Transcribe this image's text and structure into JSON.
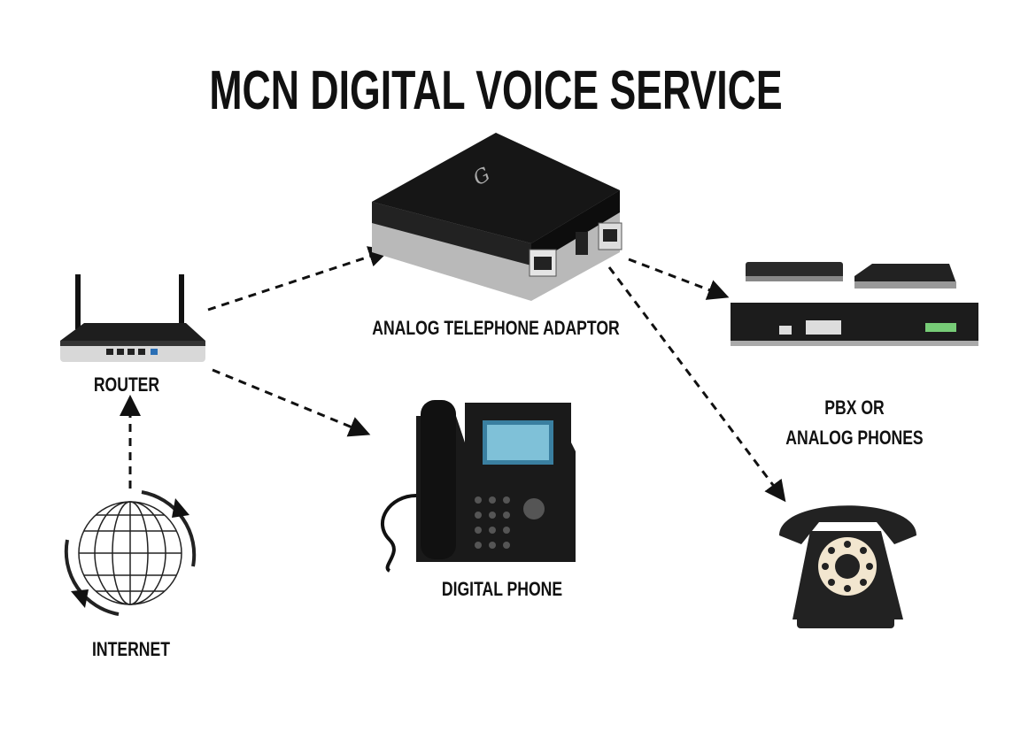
{
  "title": "MCN DIGITAL VOICE SERVICE",
  "nodes": {
    "ata": {
      "label": "ANALOG TELEPHONE ADAPTOR"
    },
    "router": {
      "label": "ROUTER"
    },
    "internet": {
      "label": "INTERNET"
    },
    "digital_phone": {
      "label": "DIGITAL PHONE"
    },
    "pbx": {
      "label_line1": "PBX OR",
      "label_line2": "ANALOG PHONES"
    }
  },
  "colors": {
    "text": "#111111",
    "device": "#1a1a1a",
    "background": "#ffffff"
  }
}
